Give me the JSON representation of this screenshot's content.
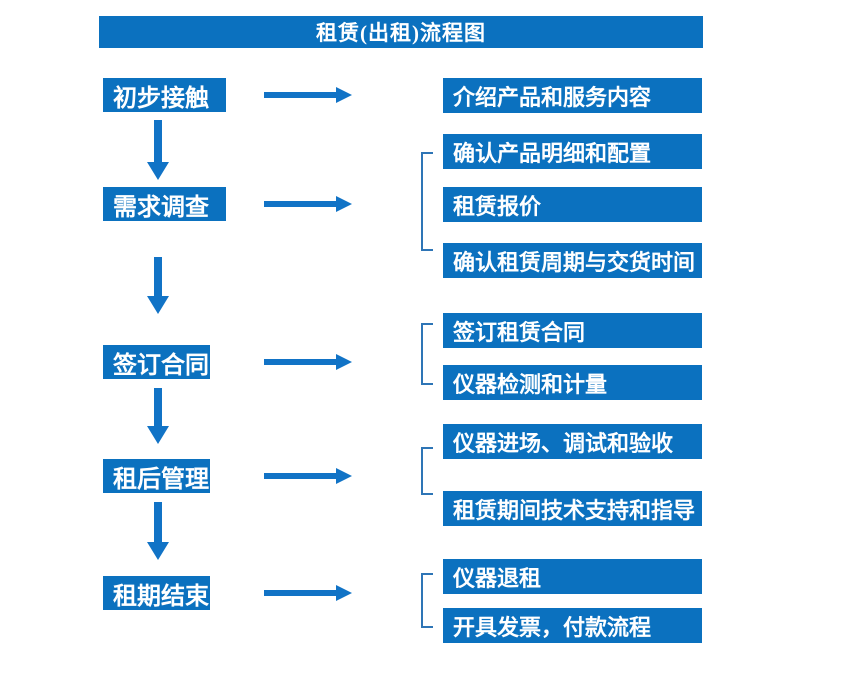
{
  "title": "租赁(出租)流程图",
  "steps": [
    {
      "label": "初步接触",
      "details": [
        "介绍产品和服务内容"
      ]
    },
    {
      "label": "需求调查",
      "details": [
        "确认产品明细和配置",
        "租赁报价",
        "确认租赁周期与交货时间"
      ]
    },
    {
      "label": "签订合同",
      "details": [
        "签订租赁合同",
        "仪器检测和计量"
      ]
    },
    {
      "label": "租后管理",
      "details": [
        "仪器进场、调试和验收",
        "租赁期间技术支持和指导"
      ]
    },
    {
      "label": "租期结束",
      "details": [
        "仪器退租",
        "开具发票，付款流程"
      ]
    }
  ],
  "colors": {
    "box_blue": "#0B71BF",
    "arrow_blue": "#1173C6",
    "bracket_blue": "#2E75B6",
    "text_white": "#FFFFFF",
    "background": "#FFFFFF"
  }
}
